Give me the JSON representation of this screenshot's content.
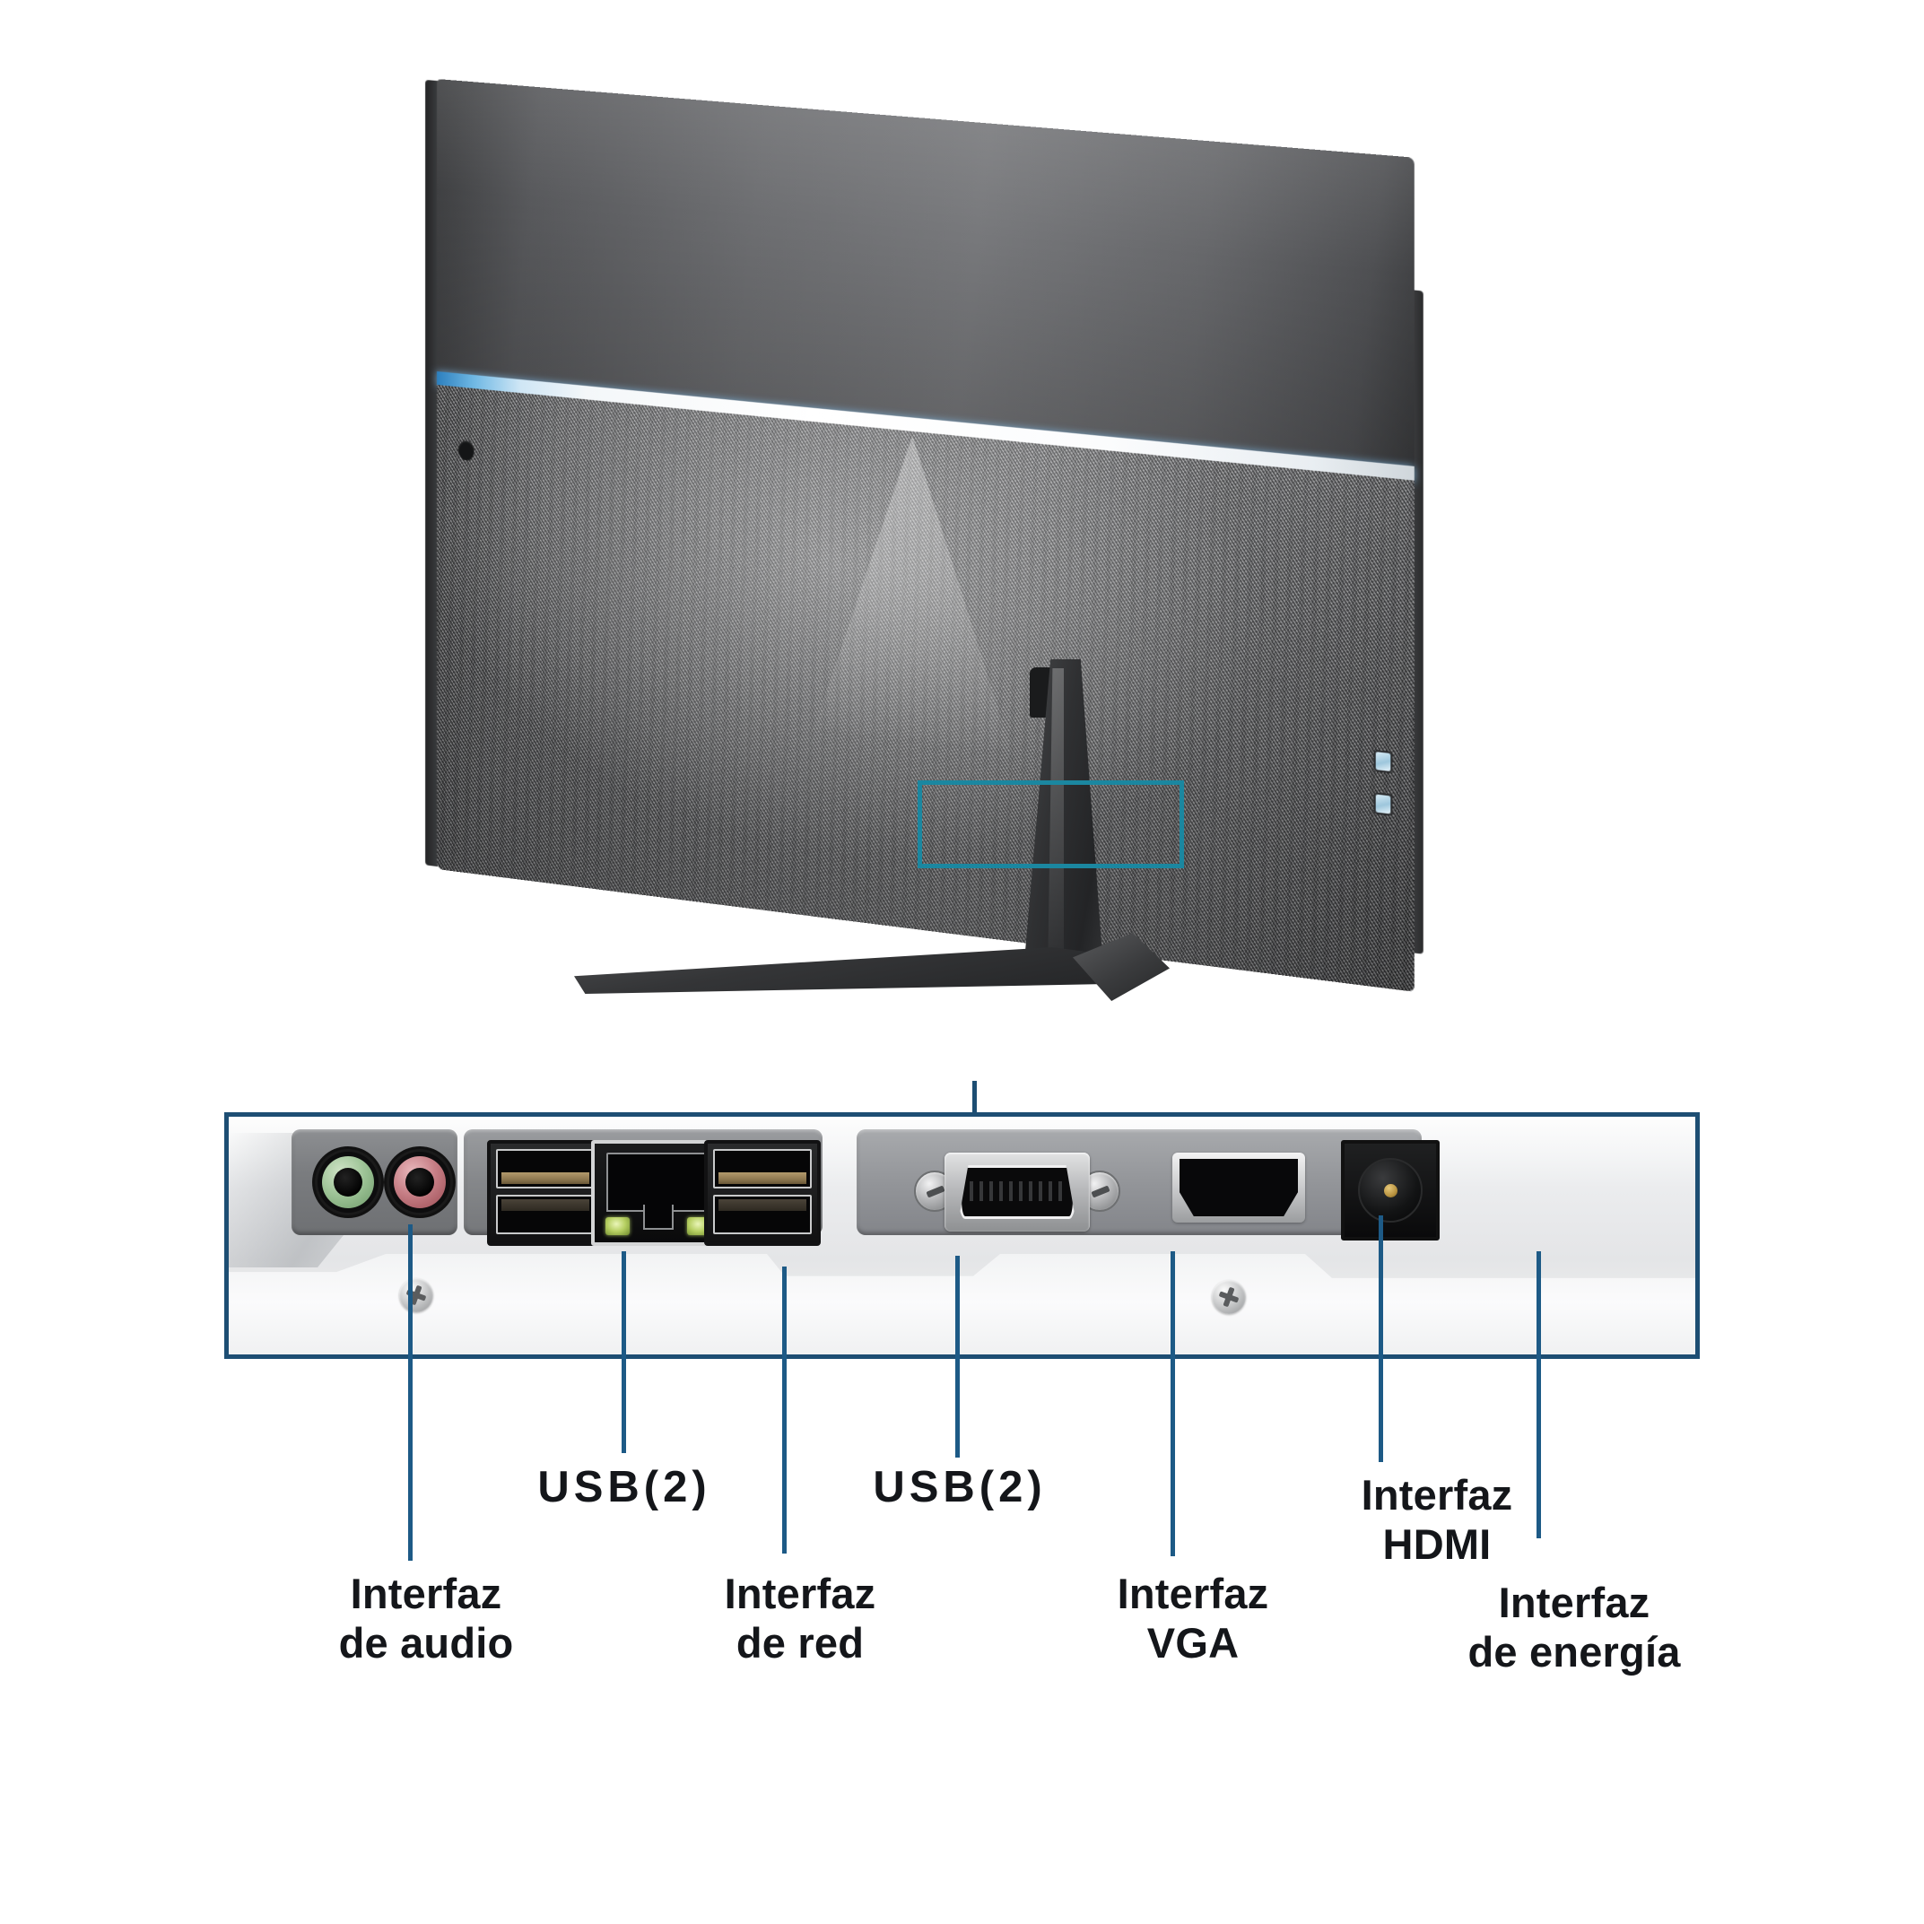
{
  "figure": {
    "title": "Monitor rear view with rear I/O interface callouts",
    "accent_teal": "#1b87a0",
    "leader_blue": "#1d5a86",
    "panel_border": "#1d4e73",
    "text_color": "#14161a"
  },
  "monitor": {
    "name": "monitor-rear-view",
    "shell_color_top": "#6d6e71",
    "shell_color_bottom": "#76777a",
    "accent_stripe_color": "#2c7fbe",
    "indicator_key_color": "#9dc6dc",
    "callout_box_label": "rear I/O area"
  },
  "ports": [
    {
      "id": "audio",
      "icon": "audio-jack-icon",
      "colors": [
        "#9dc396",
        "#c77f86"
      ]
    },
    {
      "id": "usb-left",
      "icon": "usb-port-icon",
      "count": 2
    },
    {
      "id": "ethernet",
      "icon": "rj45-port-icon",
      "led_color": "#b6cf62"
    },
    {
      "id": "usb-right",
      "icon": "usb-port-icon",
      "count": 2
    },
    {
      "id": "vga",
      "icon": "vga-port-icon"
    },
    {
      "id": "hdmi",
      "icon": "hdmi-port-icon"
    },
    {
      "id": "power",
      "icon": "power-jack-icon"
    }
  ],
  "callouts": {
    "audio": {
      "label": "Interfaz\nde audio"
    },
    "usb_left": {
      "label": "USB(2)"
    },
    "network": {
      "label": "Interfaz\nde red"
    },
    "usb_right": {
      "label": "USB(2)"
    },
    "vga": {
      "label": "Interfaz\nVGA"
    },
    "hdmi": {
      "label": "Interfaz\nHDMI"
    },
    "power": {
      "label": "Interfaz\nde energía"
    }
  }
}
